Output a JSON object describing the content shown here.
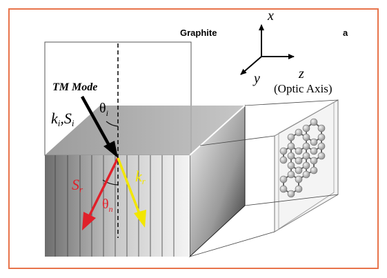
{
  "title": "Graphite",
  "panel_label": "a",
  "axes": {
    "x": "x",
    "y": "y",
    "z": "z",
    "z_note": "(Optic Axis)"
  },
  "labels": {
    "mode": "TM Mode",
    "incident_k": "k",
    "incident_k_sub": "i",
    "incident_sep": ",",
    "incident_s": "S",
    "incident_s_sub": "i",
    "theta": "θ",
    "theta_i_sub": "i",
    "refracted_s": "S",
    "refracted_s_sub": "r",
    "refracted_k": "k",
    "refracted_k_sub": "r",
    "theta_n_sub": "n"
  },
  "colors": {
    "border": "#e8734a",
    "incident_arrow": "#000000",
    "s_arrow": "#e0202a",
    "k_arrow": "#f2e600"
  },
  "icons": {
    "lattice": "graphene-hexagon-lattice-icon"
  }
}
